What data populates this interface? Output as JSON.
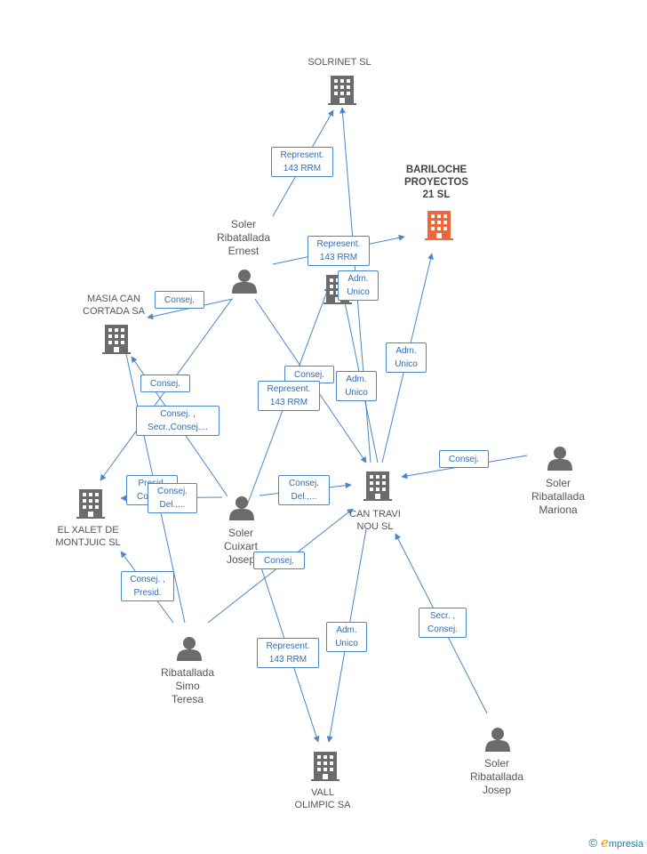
{
  "colors": {
    "edge": "#4a86c8",
    "node": "#6b6b6b",
    "highlight": "#f0663a",
    "label_text": "#2f6db5"
  },
  "nodes": [
    {
      "id": "solrinet",
      "label": [
        "SOLRINET SL"
      ],
      "kind": "company"
    },
    {
      "id": "bariloche",
      "label": [
        "BARILOCHE",
        "PROYECTOS",
        "21 SL"
      ],
      "kind": "company-highlight"
    },
    {
      "id": "soler_ernest",
      "label": [
        "Soler",
        "Ribatallada",
        "Ernest"
      ],
      "kind": "person"
    },
    {
      "id": "masia",
      "label": [
        "MASIA CAN",
        "CORTADA SA"
      ],
      "kind": "company"
    },
    {
      "id": "xalet",
      "label": [
        "EL XALET DE",
        "MONTJUIC SL"
      ],
      "kind": "company"
    },
    {
      "id": "cuixart",
      "label": [
        "Soler",
        "Cuixart",
        "Josep"
      ],
      "kind": "person"
    },
    {
      "id": "cantravi",
      "label": [
        "CAN TRAVI",
        "NOU SL"
      ],
      "kind": "company"
    },
    {
      "id": "mariona",
      "label": [
        "Soler",
        "Ribatallada",
        "Mariona"
      ],
      "kind": "person"
    },
    {
      "id": "simo",
      "label": [
        "Ribatallada",
        "Simo",
        "Teresa"
      ],
      "kind": "person"
    },
    {
      "id": "vall",
      "label": [
        "VALL",
        "OLIMPIC SA"
      ],
      "kind": "company"
    },
    {
      "id": "soler_josep",
      "label": [
        "Soler",
        "Ribatallada",
        "Josep"
      ],
      "kind": "person"
    },
    {
      "id": "hidden",
      "label": [],
      "kind": "company"
    }
  ],
  "edge_labels": [
    {
      "id": "e1",
      "lines": [
        "Represent.",
        "143 RRM"
      ]
    },
    {
      "id": "e2",
      "lines": [
        "Represent.",
        "143 RRM"
      ]
    },
    {
      "id": "e3",
      "lines": [
        "Adm.",
        "Unico"
      ]
    },
    {
      "id": "e4",
      "lines": [
        "Consej."
      ]
    },
    {
      "id": "e5",
      "lines": [
        "Adm.",
        "Unico"
      ]
    },
    {
      "id": "e6",
      "lines": [
        "Consej."
      ]
    },
    {
      "id": "e7",
      "lines": [
        "Consej."
      ]
    },
    {
      "id": "e8",
      "lines": [
        "Represent.",
        "143 RRM"
      ]
    },
    {
      "id": "e9",
      "lines": [
        "Adm.",
        "Unico"
      ]
    },
    {
      "id": "e10",
      "lines": [
        "Consej. ,",
        "Secr.,Consej...."
      ]
    },
    {
      "id": "e11",
      "lines": [
        "Consej."
      ]
    },
    {
      "id": "e12",
      "lines": [
        "Presid.",
        "Consej."
      ]
    },
    {
      "id": "e13",
      "lines": [
        "Consej.",
        "Del.,..."
      ]
    },
    {
      "id": "e14",
      "lines": [
        "Consej.",
        "Del.,..."
      ]
    },
    {
      "id": "e15",
      "lines": [
        "Consej."
      ]
    },
    {
      "id": "e16",
      "lines": [
        "Consej. ,",
        "Presid."
      ]
    },
    {
      "id": "e17",
      "lines": [
        "Represent.",
        "143 RRM"
      ]
    },
    {
      "id": "e18",
      "lines": [
        "Adm.",
        "Unico"
      ]
    },
    {
      "id": "e19",
      "lines": [
        "Secr. ,",
        "Consej."
      ]
    }
  ],
  "watermark": {
    "copyright": "©",
    "brand_initial": "e",
    "brand_rest": "mpresia"
  }
}
